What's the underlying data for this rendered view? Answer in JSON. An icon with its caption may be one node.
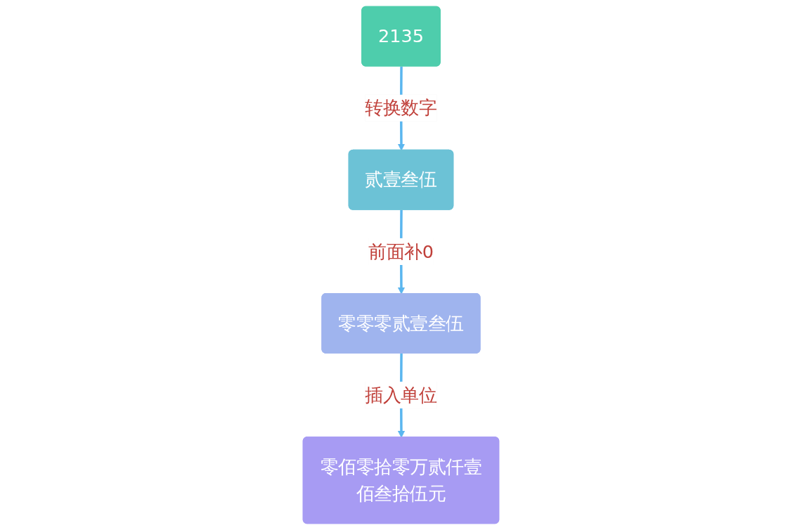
{
  "diagram": {
    "nodes": [
      {
        "text": [
          "2135"
        ]
      },
      {
        "text": [
          "贰壹叁伍"
        ]
      },
      {
        "text": [
          "零零零贰壹叁伍"
        ]
      },
      {
        "text": [
          "零佰零拾零万贰仟壹佰叁拾伍元"
        ]
      }
    ],
    "edges": [
      {
        "from": 0,
        "to": 1,
        "label": "转换数字",
        "arrow": "to"
      },
      {
        "from": 1,
        "to": 2,
        "label": "前面补0",
        "arrow": "to"
      },
      {
        "from": 2,
        "to": 3,
        "label": "插入单位",
        "arrow": "to"
      }
    ]
  }
}
